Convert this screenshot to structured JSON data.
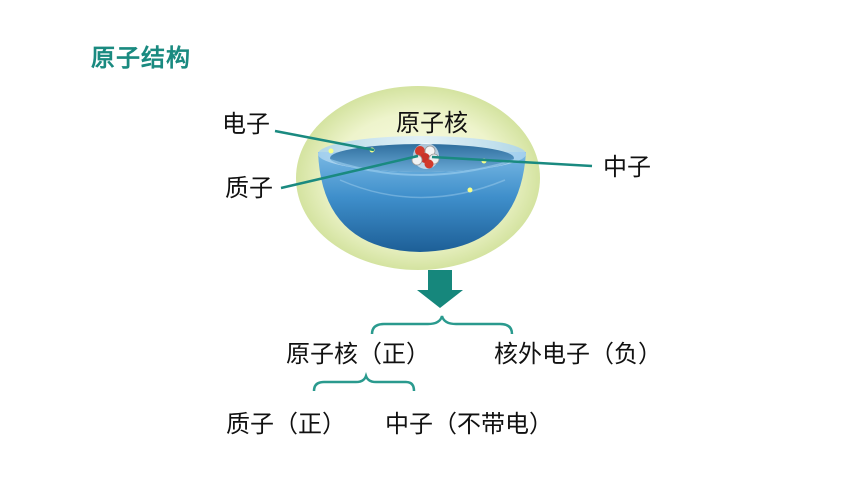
{
  "title": "原子结构",
  "atom_labels": {
    "electron": "电子",
    "nucleus": "原子核",
    "proton": "质子",
    "neutron": "中子"
  },
  "tree": {
    "level1": {
      "nucleus": "原子核（正）",
      "electrons": "核外电子（负）"
    },
    "level2": {
      "proton": "质子（正）",
      "neutron": "中子（不带电）"
    }
  },
  "colors": {
    "title": "#1a8a80",
    "arrow": "#16877c",
    "brace": "#2a9a8e",
    "leader_line": "#1a8a80",
    "halo": "#e6efbf",
    "bowl": "#3d8fc8"
  }
}
